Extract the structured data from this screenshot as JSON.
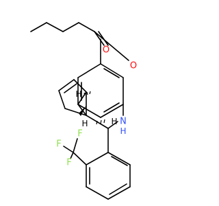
{
  "molecule": {
    "atoms": {
      "O_carbonyl": "O",
      "O_ester": "O",
      "N": "N",
      "NH_H": "H",
      "F1": "F",
      "F2": "F",
      "F3": "F",
      "H_top": "H",
      "H_mid": "H",
      "H_right": "H"
    },
    "colors": {
      "oxygen": "#ff0d0d",
      "nitrogen": "#3050f8",
      "fluorine": "#90e050",
      "carbon": "#000000"
    }
  }
}
